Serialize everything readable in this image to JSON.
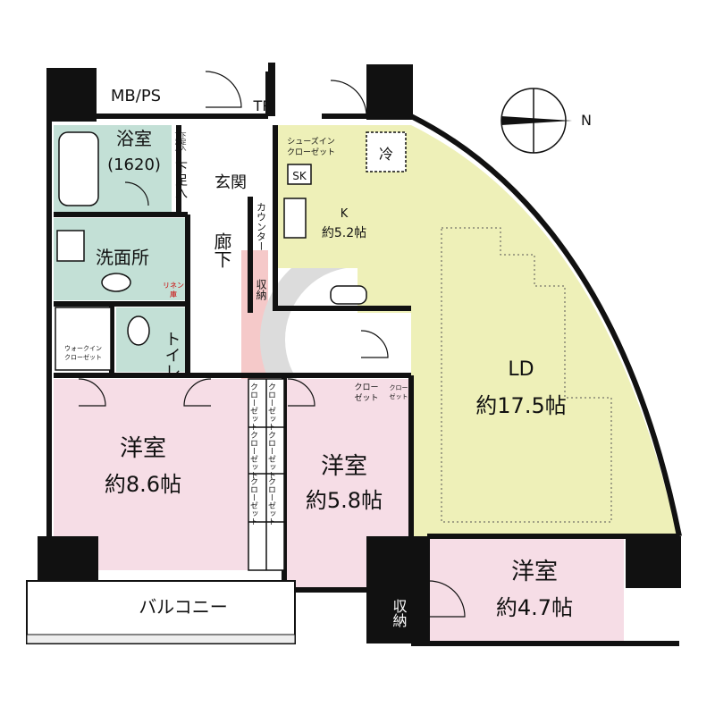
{
  "colors": {
    "bath": "#c3e0d6",
    "washroom": "#c3e0d6",
    "toilet": "#c3e0d6",
    "ld_kitchen": "#eef0b8",
    "western_rooms": "#f6dde6",
    "wall": "#111111",
    "watermark": "#d9d9d9",
    "watermark_accent": "#f5c4c4"
  },
  "rooms": {
    "bath": {
      "name": "浴室",
      "size": "(1620)"
    },
    "washroom": {
      "name": "洗面所"
    },
    "linen": {
      "line1": "リネン",
      "line2": "庫"
    },
    "toilet": {
      "name": "トイレ"
    },
    "walkin": {
      "line1": "ウォークイン",
      "line2": "クローゼット"
    },
    "entrance": {
      "name": "玄関"
    },
    "shoe_storage": {
      "line1": "下足入",
      "line2": "下足入",
      "line3": "下足入"
    },
    "shoe_in": {
      "line1": "シューズイン",
      "line2": "クローゼット"
    },
    "sk": {
      "name": "SK"
    },
    "hallway": {
      "name": "廊下"
    },
    "counter": {
      "name": "カウンター"
    },
    "storage": {
      "name": "収納"
    },
    "kitchen": {
      "name": "K",
      "size": "約5.2帖"
    },
    "fridge": {
      "name": "冷"
    },
    "ld": {
      "name": "LD",
      "size": "約17.5帖"
    },
    "west1": {
      "name": "洋室",
      "size": "約8.6帖"
    },
    "west2": {
      "name": "洋室",
      "size": "約5.8帖"
    },
    "west3": {
      "name": "洋室",
      "size": "約4.7帖"
    },
    "closets": [
      "クローゼット",
      "クローゼット",
      "クローゼット",
      "クローゼット",
      "クローゼット",
      "クローゼット"
    ],
    "closet_small": {
      "line1": "クロー",
      "line2": "ゼット"
    },
    "closet_small2": {
      "line1": "クロー",
      "line2": "ゼット"
    },
    "storage2": {
      "name": "収納"
    },
    "counter2": {
      "name": "カウンター"
    },
    "ps": {
      "name": "PS"
    },
    "mbps": {
      "name": "MB/PS"
    },
    "tr": {
      "name": "TR"
    },
    "balcony": {
      "name": "バルコニー"
    }
  },
  "compass": {
    "label": "N"
  }
}
